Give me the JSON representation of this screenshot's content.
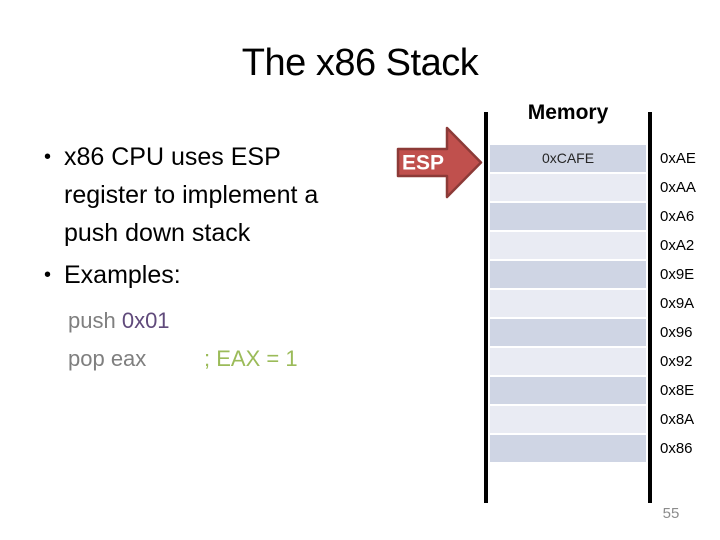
{
  "slide": {
    "title": "The x86 Stack",
    "page_number": "55"
  },
  "bullets": {
    "marker": "•",
    "item1": "x86 CPU uses ESP register to implement a push down stack",
    "item2": "Examples:"
  },
  "code": {
    "line1": {
      "op": "push ",
      "operand": "0x01"
    },
    "line2": {
      "op": "pop eax",
      "comment": "; EAX = 1"
    }
  },
  "esp_pointer": {
    "label": "ESP"
  },
  "memory": {
    "header": "Memory",
    "rows": [
      {
        "value": "0xCAFE",
        "address": "0xAE"
      },
      {
        "value": "",
        "address": "0xAA"
      },
      {
        "value": "",
        "address": "0xA6"
      },
      {
        "value": "",
        "address": "0xA2"
      },
      {
        "value": "",
        "address": "0x9E"
      },
      {
        "value": "",
        "address": "0x9A"
      },
      {
        "value": "",
        "address": "0x96"
      },
      {
        "value": "",
        "address": "0x92"
      },
      {
        "value": "",
        "address": "0x8E"
      },
      {
        "value": "",
        "address": "0x8A"
      },
      {
        "value": "",
        "address": "0x86"
      }
    ]
  },
  "colors": {
    "esp_fill": "#C0504D",
    "esp_border": "#8C3A37",
    "row_dark": "#CFD5E4",
    "row_light": "#E9EBF3",
    "code_gray": "#7F7F7F",
    "operand_purple": "#604A7B",
    "comment_green": "#9BBB59",
    "page_number_gray": "#8C8C8C"
  }
}
